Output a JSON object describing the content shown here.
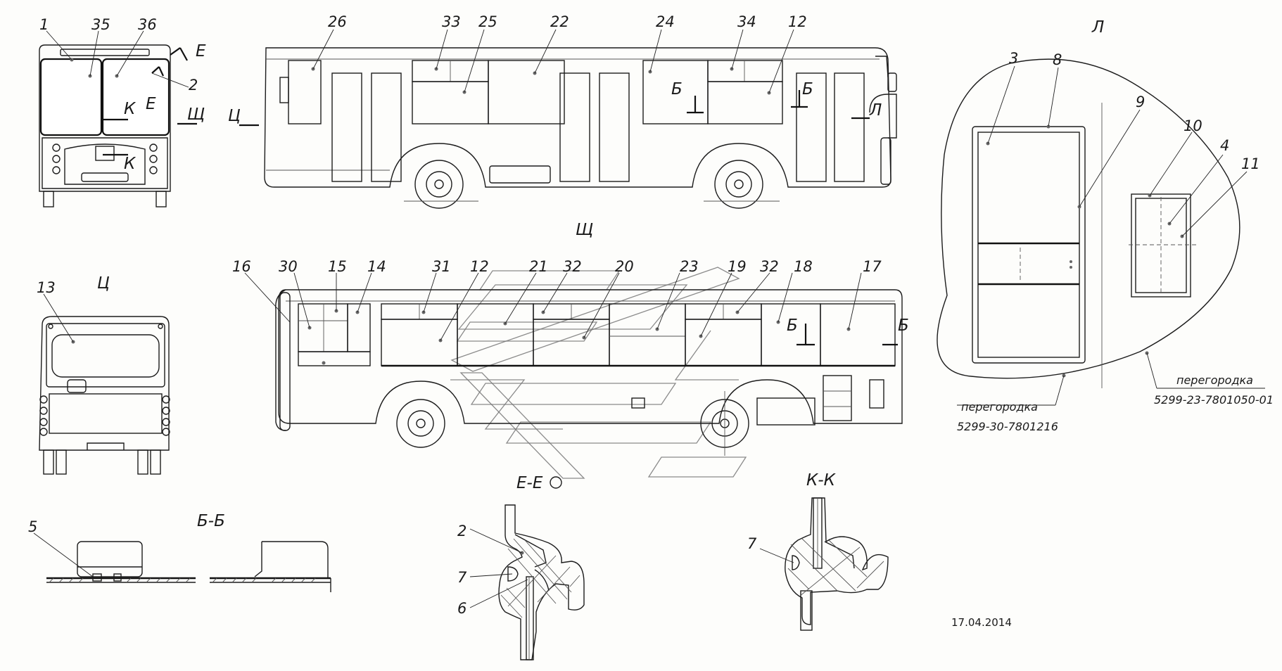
{
  "callouts": {
    "front": [
      "1",
      "35",
      "36",
      "2"
    ],
    "left_side": [
      "26",
      "33",
      "25",
      "22",
      "24",
      "34",
      "12"
    ],
    "right_side": [
      "16",
      "30",
      "15",
      "14",
      "31",
      "12",
      "21",
      "32",
      "20",
      "23",
      "19",
      "32",
      "18",
      "17"
    ],
    "rear": [
      "13"
    ],
    "detail_l": [
      "3",
      "8",
      "9",
      "10",
      "4",
      "11"
    ],
    "section_bb": [
      "5"
    ],
    "section_ee": [
      "2",
      "7",
      "6"
    ],
    "section_kk": [
      "7"
    ]
  },
  "view_labels": {
    "l": "Л",
    "shch": "Щ",
    "ts": "Ц",
    "b": "Б",
    "e": "Е",
    "k": "К"
  },
  "section_titles": {
    "bb": "Б-Б",
    "ee": "Е-Е",
    "kk": "К-К"
  },
  "partition_notes": [
    {
      "label": "перегородка",
      "code": "5299-30-7801216"
    },
    {
      "label": "перегородка",
      "code": "5299-23-7801050-01"
    }
  ],
  "date": "17.04.2014"
}
